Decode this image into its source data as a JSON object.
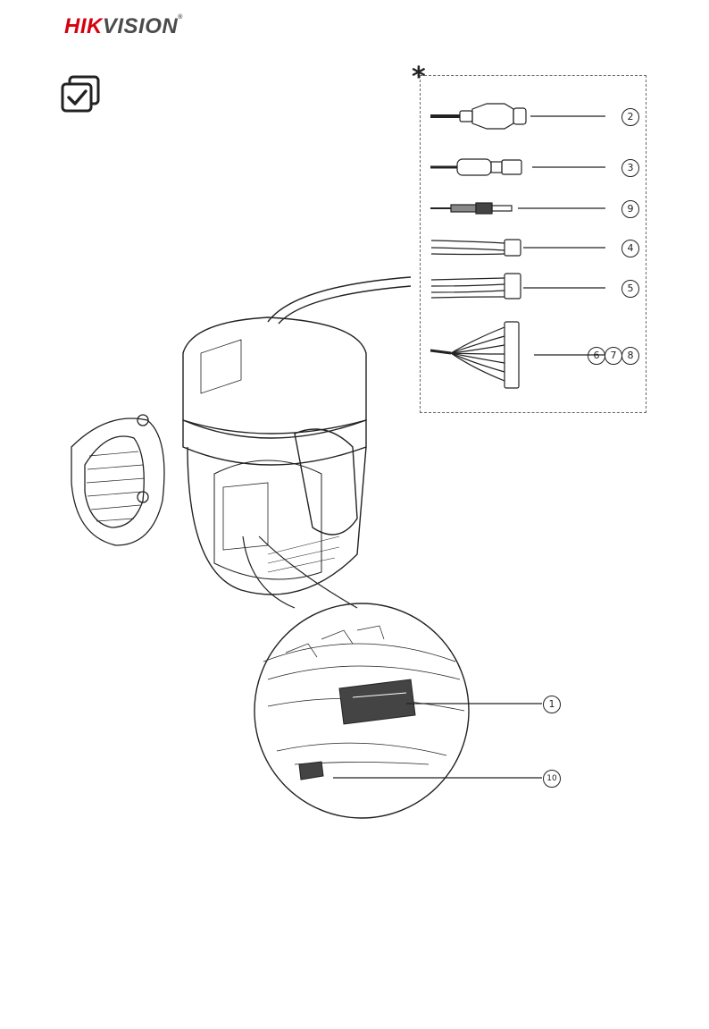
{
  "header": {
    "brand_red": "HIK",
    "brand_gray": "VISION",
    "brand_mark": "®"
  },
  "icons": {
    "checklist": "checklist-icon"
  },
  "accessory_marker": "*",
  "callouts": {
    "c1": "1",
    "c2": "2",
    "c3": "3",
    "c4": "4",
    "c5": "5",
    "c6": "6",
    "c7": "7",
    "c8": "8",
    "c9": "9",
    "c10": "10"
  },
  "colors": {
    "brand_red": "#d7000f",
    "line": "#222222"
  }
}
